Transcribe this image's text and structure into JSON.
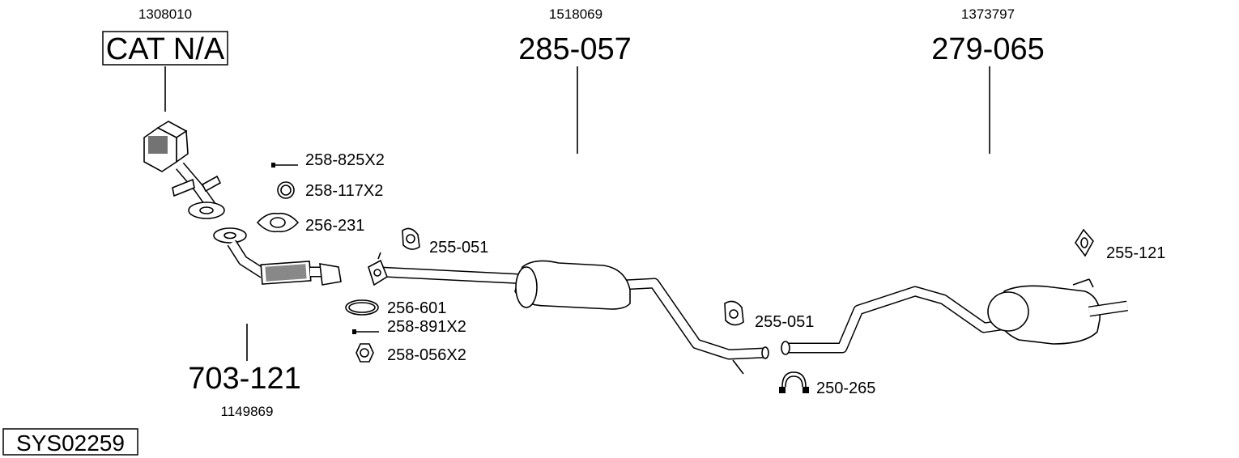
{
  "diagram_title": "SYS02259",
  "main_parts": [
    {
      "oe_number": "1308010",
      "part_number": "CAT N/A",
      "boxed": true
    },
    {
      "oe_number": "1518069",
      "part_number": "285-057"
    },
    {
      "oe_number": "1373797",
      "part_number": "279-065"
    },
    {
      "oe_number": "1149869",
      "part_number": "703-121"
    }
  ],
  "accessories": [
    {
      "part_number": "258-825X2",
      "icon": "bolt-icon"
    },
    {
      "part_number": "258-117X2",
      "icon": "ring-icon"
    },
    {
      "part_number": "256-231",
      "icon": "gasket-icon"
    },
    {
      "part_number": "255-051",
      "icon": "rubber-hanger-icon"
    },
    {
      "part_number": "256-601",
      "icon": "seal-ring-icon"
    },
    {
      "part_number": "258-891X2",
      "icon": "bolt-icon"
    },
    {
      "part_number": "258-056X2",
      "icon": "nut-icon"
    },
    {
      "part_number": "255-051",
      "icon": "rubber-hanger-icon"
    },
    {
      "part_number": "250-265",
      "icon": "clamp-icon"
    },
    {
      "part_number": "255-121",
      "icon": "rubber-hanger-icon"
    }
  ]
}
